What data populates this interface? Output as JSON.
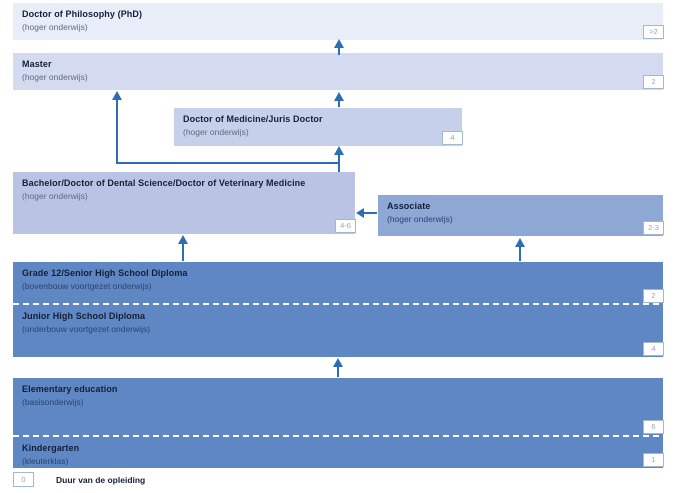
{
  "colors": {
    "arrow": "#2e6db5",
    "bar_phd": "#e9edf8",
    "bar_master": "#d4dbf0",
    "bar_doctor_medicine": "#c7d0ea",
    "bar_bachelor": "#b9c4e4",
    "bar_associate": "#8da8d5",
    "bar_school": "#5f87c4",
    "badge_border": "#a3b7ce",
    "badge_text": "#98a4b6",
    "title_text": "#141f38"
  },
  "levels": {
    "phd": {
      "title": "Doctor of Philosophy (PhD)",
      "subtitle": "(hoger onderwijs)",
      "duration": ">2"
    },
    "master": {
      "title": "Master",
      "subtitle": "(hoger onderwijs)",
      "duration": "2"
    },
    "doctor_medicine": {
      "title": "Doctor of Medicine/Juris Doctor",
      "subtitle": "(hoger onderwijs)",
      "duration": "4"
    },
    "bachelor": {
      "title": "Bachelor/Doctor of Dental Science/Doctor of Veterinary Medicine",
      "subtitle": "(hoger onderwijs)",
      "duration": "4-6"
    },
    "associate": {
      "title": "Associate",
      "subtitle": "(hoger onderwijs)",
      "duration": "2-3"
    },
    "grade12": {
      "title": "Grade 12/Senior High School Diploma",
      "subtitle": "(bovenbouw voortgezet onderwijs)",
      "duration": "2"
    },
    "junior_high": {
      "title": "Junior High School Diploma",
      "subtitle": "(onderbouw voortgezet onderwijs)",
      "duration": "4"
    },
    "elementary": {
      "title": "Elementary education",
      "subtitle": "(basisonderwijs)",
      "duration": "6"
    },
    "kindergarten": {
      "title": "Kindergarten",
      "subtitle": "(kleuterklas)",
      "duration": "1"
    }
  },
  "legend": {
    "duration_example": "0",
    "label": "Duur van de opleiding"
  }
}
